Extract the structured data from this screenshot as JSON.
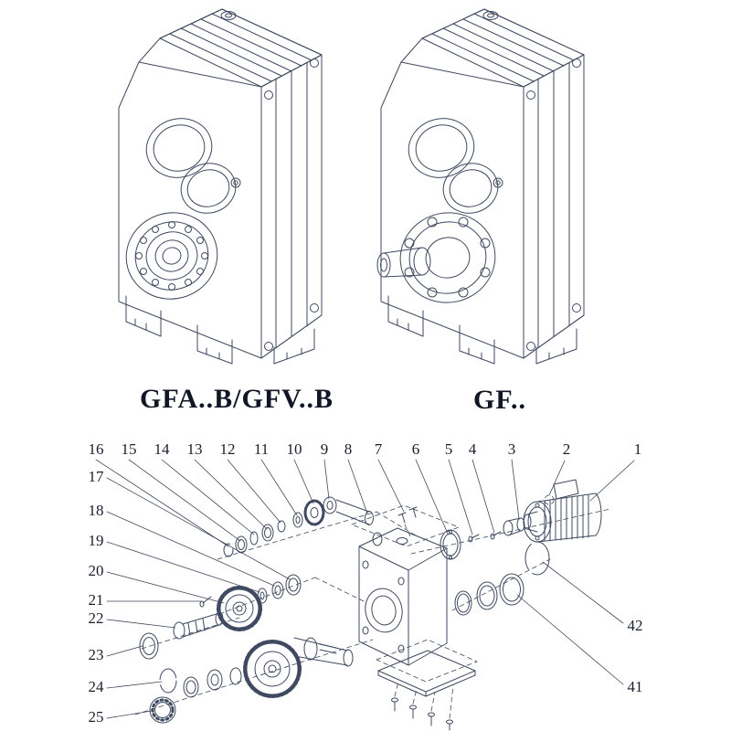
{
  "figure": {
    "left_model_label": "GFA..B/GFV..B",
    "right_model_label": "GF.."
  },
  "callouts": {
    "top_row": [
      "16",
      "15",
      "14",
      "13",
      "12",
      "11",
      "10",
      "9",
      "8",
      "7",
      "6",
      "5",
      "4",
      "3",
      "2",
      "1"
    ],
    "left_column": [
      "17",
      "18",
      "19",
      "20",
      "21",
      "22",
      "23",
      "24",
      "25"
    ],
    "right_column": [
      "42",
      "41"
    ]
  },
  "colors": {
    "line": "#3f4a60",
    "text": "#19202e",
    "background": "#ffffff"
  }
}
